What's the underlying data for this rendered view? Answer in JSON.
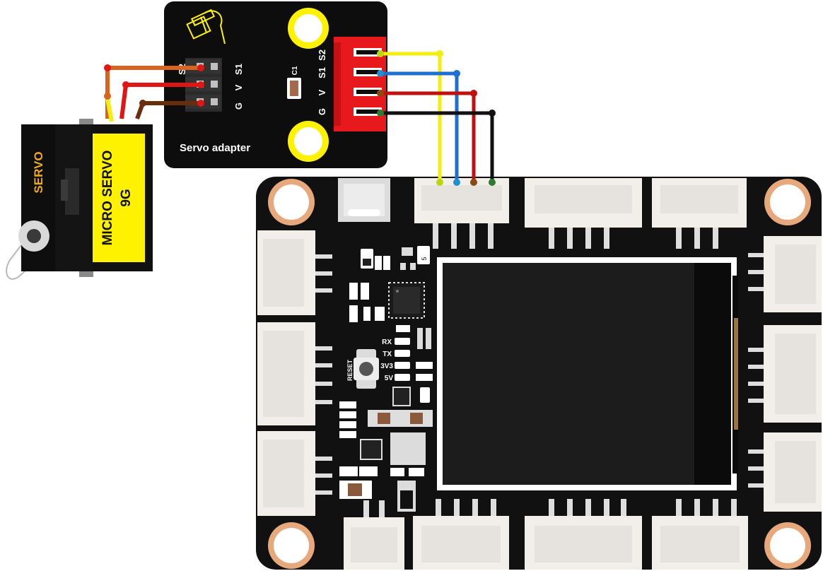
{
  "servo": {
    "brand": "SERVO",
    "label_line1": "MICRO SERVO",
    "label_line2": "9G"
  },
  "adapter": {
    "title": "Servo adapter",
    "left_pins": [
      "S2",
      "V",
      "S1",
      "G"
    ],
    "right_pins": [
      "G",
      "V",
      "S1",
      "S2"
    ],
    "cap_label": "C1"
  },
  "mainboard": {
    "led_labels": [
      "RX",
      "TX",
      "3V3",
      "5V"
    ],
    "reset_label": "RESET",
    "regulator_mark": "5"
  },
  "colors": {
    "board": "#111111",
    "connector_red": "#e8191d",
    "servo_label": "#fff200",
    "pad_copper": "#e7a87b",
    "wire_yellow": "#f3ee0e",
    "wire_blue": "#1e6fd0",
    "wire_red": "#c01010",
    "wire_black": "#111111",
    "wire_orange": "#d7651f",
    "wire_brown": "#6b2c0c"
  }
}
